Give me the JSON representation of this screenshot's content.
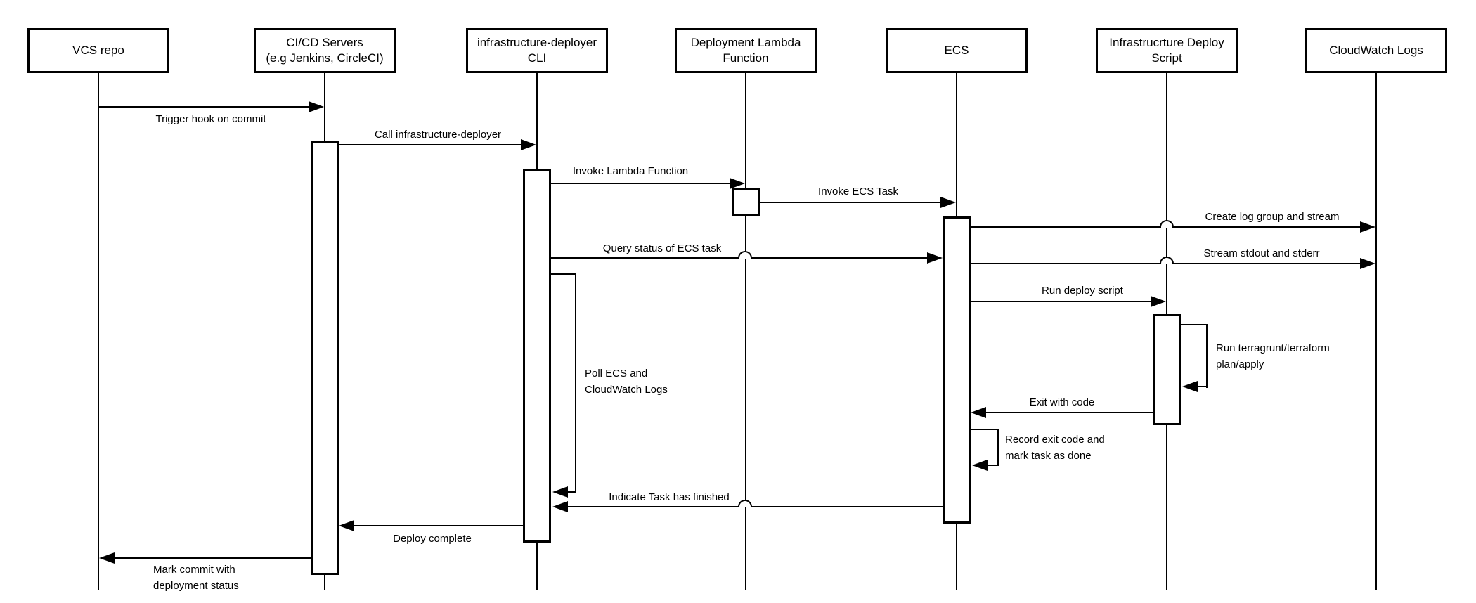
{
  "diagram": {
    "type": "uml-sequence",
    "background_color": "#ffffff",
    "line_color": "#000000",
    "box_fill_color": "#ffffff"
  },
  "actors": [
    {
      "id": "vcs-repo",
      "label": "VCS repo"
    },
    {
      "id": "cicd-servers",
      "label": "CI/CD Servers\n(e.g Jenkins, CircleCI)"
    },
    {
      "id": "infrastructure-deployer-cli",
      "label": "infrastructure-deployer\nCLI"
    },
    {
      "id": "deployment-lambda-function",
      "label": "Deployment Lambda\nFunction"
    },
    {
      "id": "ecs",
      "label": "ECS"
    },
    {
      "id": "infrastructure-deploy-script",
      "label": "Infrastrucrture Deploy\nScript"
    },
    {
      "id": "cloudwatch-logs",
      "label": "CloudWatch Logs"
    }
  ],
  "messages": [
    {
      "label": "Trigger hook on commit",
      "from": "VCS repo",
      "to": "CI/CD Servers"
    },
    {
      "label": "Call infrastructure-deployer",
      "from": "CI/CD Servers",
      "to": "infrastructure-deployer CLI"
    },
    {
      "label": "Invoke Lambda Function",
      "from": "infrastructure-deployer CLI",
      "to": "Deployment Lambda Function"
    },
    {
      "label": "Invoke ECS Task",
      "from": "Deployment Lambda Function",
      "to": "ECS"
    },
    {
      "label": "Create log group and stream",
      "from": "ECS",
      "to": "CloudWatch Logs"
    },
    {
      "label": "Query status of ECS task",
      "from": "infrastructure-deployer CLI",
      "to": "ECS"
    },
    {
      "label": "Stream stdout and stderr",
      "from": "ECS",
      "to": "CloudWatch Logs"
    },
    {
      "label": "Run deploy script",
      "from": "ECS",
      "to": "Infrastrucrture Deploy Script"
    },
    {
      "label": "Run terragrunt/terraform\nplan/apply",
      "from": "Infrastrucrture Deploy Script",
      "to": "Infrastrucrture Deploy Script"
    },
    {
      "label": "Exit with code",
      "from": "Infrastrucrture Deploy Script",
      "to": "ECS"
    },
    {
      "label": "Record exit code and\nmark task as done",
      "from": "ECS",
      "to": "ECS"
    },
    {
      "label": "Poll ECS and\nCloudWatch Logs",
      "from": "infrastructure-deployer CLI",
      "to": "infrastructure-deployer CLI"
    },
    {
      "label": "Indicate Task has finished",
      "from": "ECS",
      "to": "infrastructure-deployer CLI"
    },
    {
      "label": "Deploy complete",
      "from": "infrastructure-deployer CLI",
      "to": "CI/CD Servers"
    },
    {
      "label": "Mark commit with\ndeployment status",
      "from": "CI/CD Servers",
      "to": "VCS repo"
    }
  ]
}
